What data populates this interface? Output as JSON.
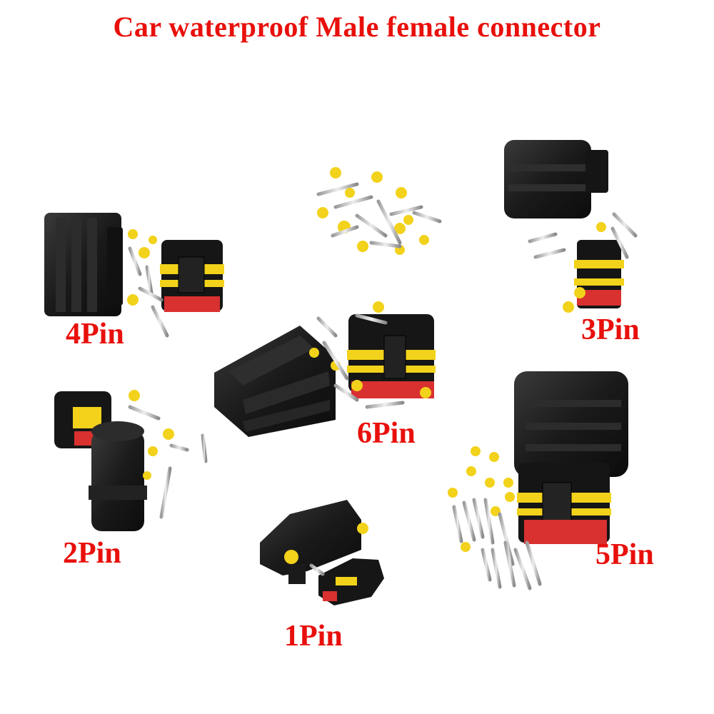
{
  "title": "Car waterproof Male female connector",
  "labels": {
    "pin4": "4Pin",
    "pin3": "3Pin",
    "pin6": "6Pin",
    "pin2": "2Pin",
    "pin5": "5Pin",
    "pin1": "1Pin"
  },
  "colors": {
    "text": "#e8100c",
    "connector": "#1c1c1c",
    "seal": "#f2d21a",
    "lock": "#d93030",
    "terminal": "#c8c8c8"
  }
}
